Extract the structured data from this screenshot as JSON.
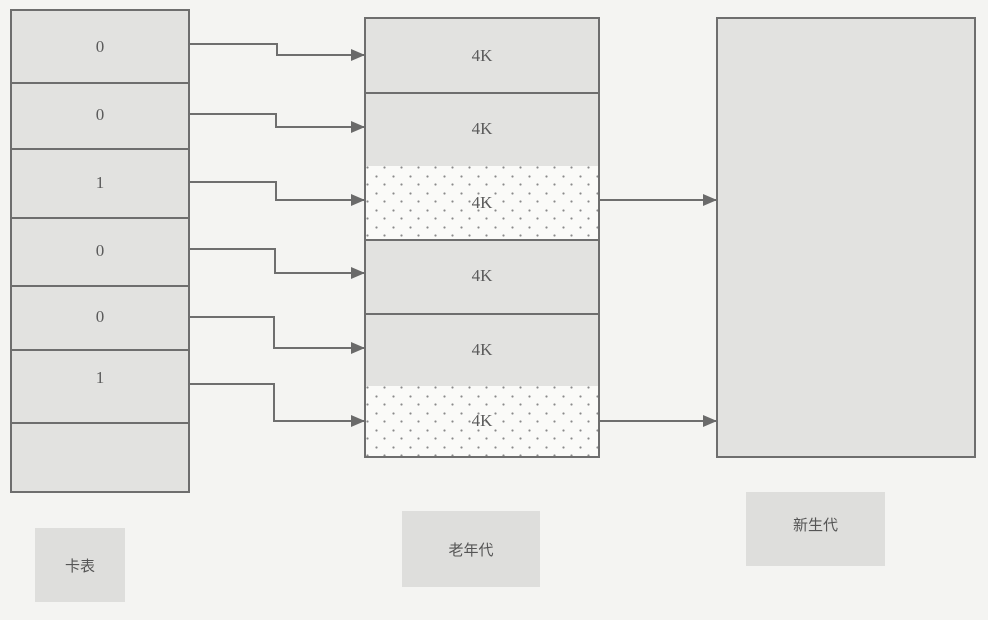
{
  "card_table": {
    "label": "卡表",
    "rows": [
      {
        "value": "0"
      },
      {
        "value": "0"
      },
      {
        "value": "1"
      },
      {
        "value": "0"
      },
      {
        "value": "0"
      },
      {
        "value": "1"
      },
      {
        "value": ""
      }
    ]
  },
  "old_generation": {
    "label": "老年代",
    "pages": [
      {
        "size": "4K",
        "dirty": false
      },
      {
        "size": "4K",
        "dirty": false
      },
      {
        "size": "4K",
        "dirty": true
      },
      {
        "size": "4K",
        "dirty": false
      },
      {
        "size": "4K",
        "dirty": false
      },
      {
        "size": "4K",
        "dirty": true
      }
    ]
  },
  "young_generation": {
    "label": "新生代"
  },
  "colors": {
    "box_fill": "#e2e2e0",
    "stroke": "#6e6e6e",
    "background": "#f4f4f2",
    "dot_fill": "#fafaf8"
  }
}
